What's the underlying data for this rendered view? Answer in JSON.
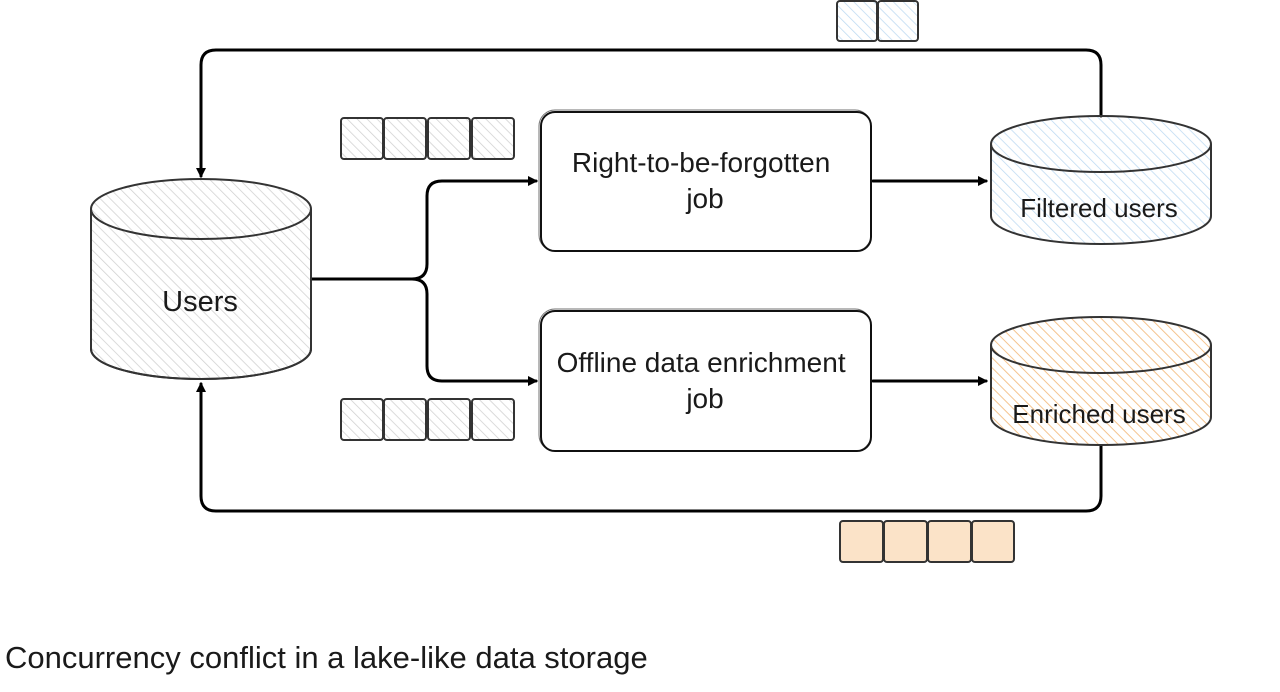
{
  "diagram": {
    "nodes": {
      "users": "Users",
      "rtbf_job": [
        "Right-to-be-forgotten",
        "job"
      ],
      "enrichment_job": [
        "Offline data enrichment",
        "job"
      ],
      "filtered_users": "Filtered users",
      "enriched_users": "Enriched users"
    },
    "colors": {
      "users_hatch": "#cfcfcf",
      "filtered_hatch": "#bcd9f2",
      "enriched_hatch": "#f5c48f",
      "enriched_block_fill": "#fbe3c8",
      "stroke": "#333333",
      "edge": "#000000"
    },
    "edges": [
      {
        "from": "users",
        "to": "rtbf_job"
      },
      {
        "from": "users",
        "to": "enrichment_job"
      },
      {
        "from": "rtbf_job",
        "to": "filtered_users"
      },
      {
        "from": "enrichment_job",
        "to": "enriched_users"
      },
      {
        "from": "filtered_users",
        "to": "users"
      },
      {
        "from": "enriched_users",
        "to": "users"
      }
    ],
    "block_groups": [
      {
        "name": "rtbf-input-blocks",
        "count": 4,
        "color": "gray"
      },
      {
        "name": "enrichment-input-blocks",
        "count": 4,
        "color": "gray"
      },
      {
        "name": "filtered-output-blocks",
        "count": 2,
        "color": "blue"
      },
      {
        "name": "enriched-output-blocks",
        "count": 4,
        "color": "orange"
      }
    ]
  },
  "caption": "Concurrency conflict in a lake-like data storage"
}
